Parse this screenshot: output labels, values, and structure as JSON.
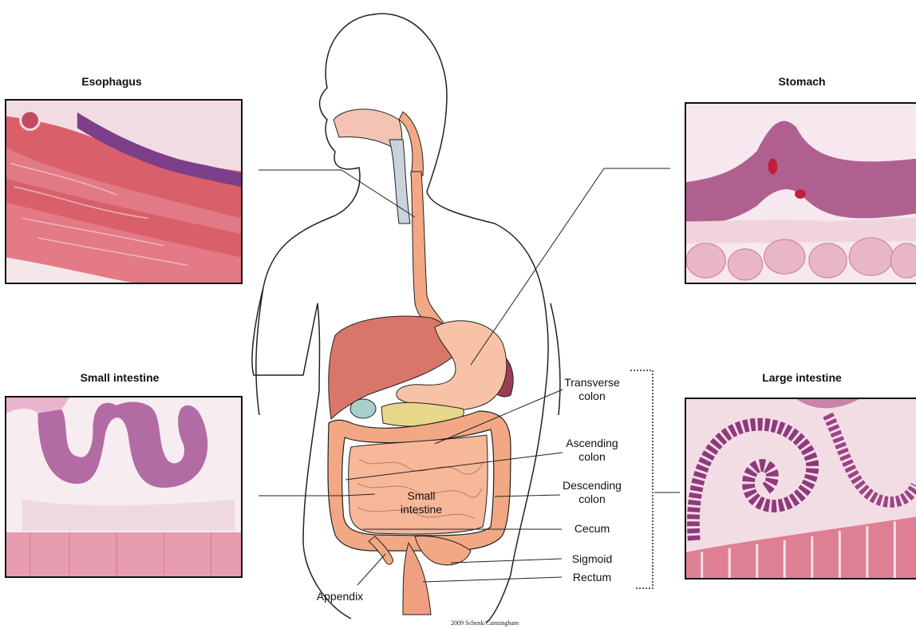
{
  "panels": {
    "esophagus": {
      "title": "Esophagus"
    },
    "stomach": {
      "title": "Stomach"
    },
    "small_intestine": {
      "title": "Small intestine"
    },
    "large_intestine": {
      "title": "Large intestine"
    }
  },
  "labels": {
    "transverse_1": "Transverse",
    "transverse_2": "colon",
    "ascending_1": "Ascending",
    "ascending_2": "colon",
    "descending_1": "Descending",
    "descending_2": "colon",
    "cecum": "Cecum",
    "sigmoid": "Sigmoid",
    "rectum": "Rectum",
    "appendix": "Appendix",
    "small_int_1": "Small",
    "small_int_2": "intestine"
  },
  "credit": "2009 Schenk/Cunningham",
  "colors": {
    "tissue_pink": "#e8a0b4",
    "tissue_purple": "#9a4a8e",
    "gut_orange": "#f2a884",
    "liver": "#d9766a",
    "outline": "#222222"
  }
}
